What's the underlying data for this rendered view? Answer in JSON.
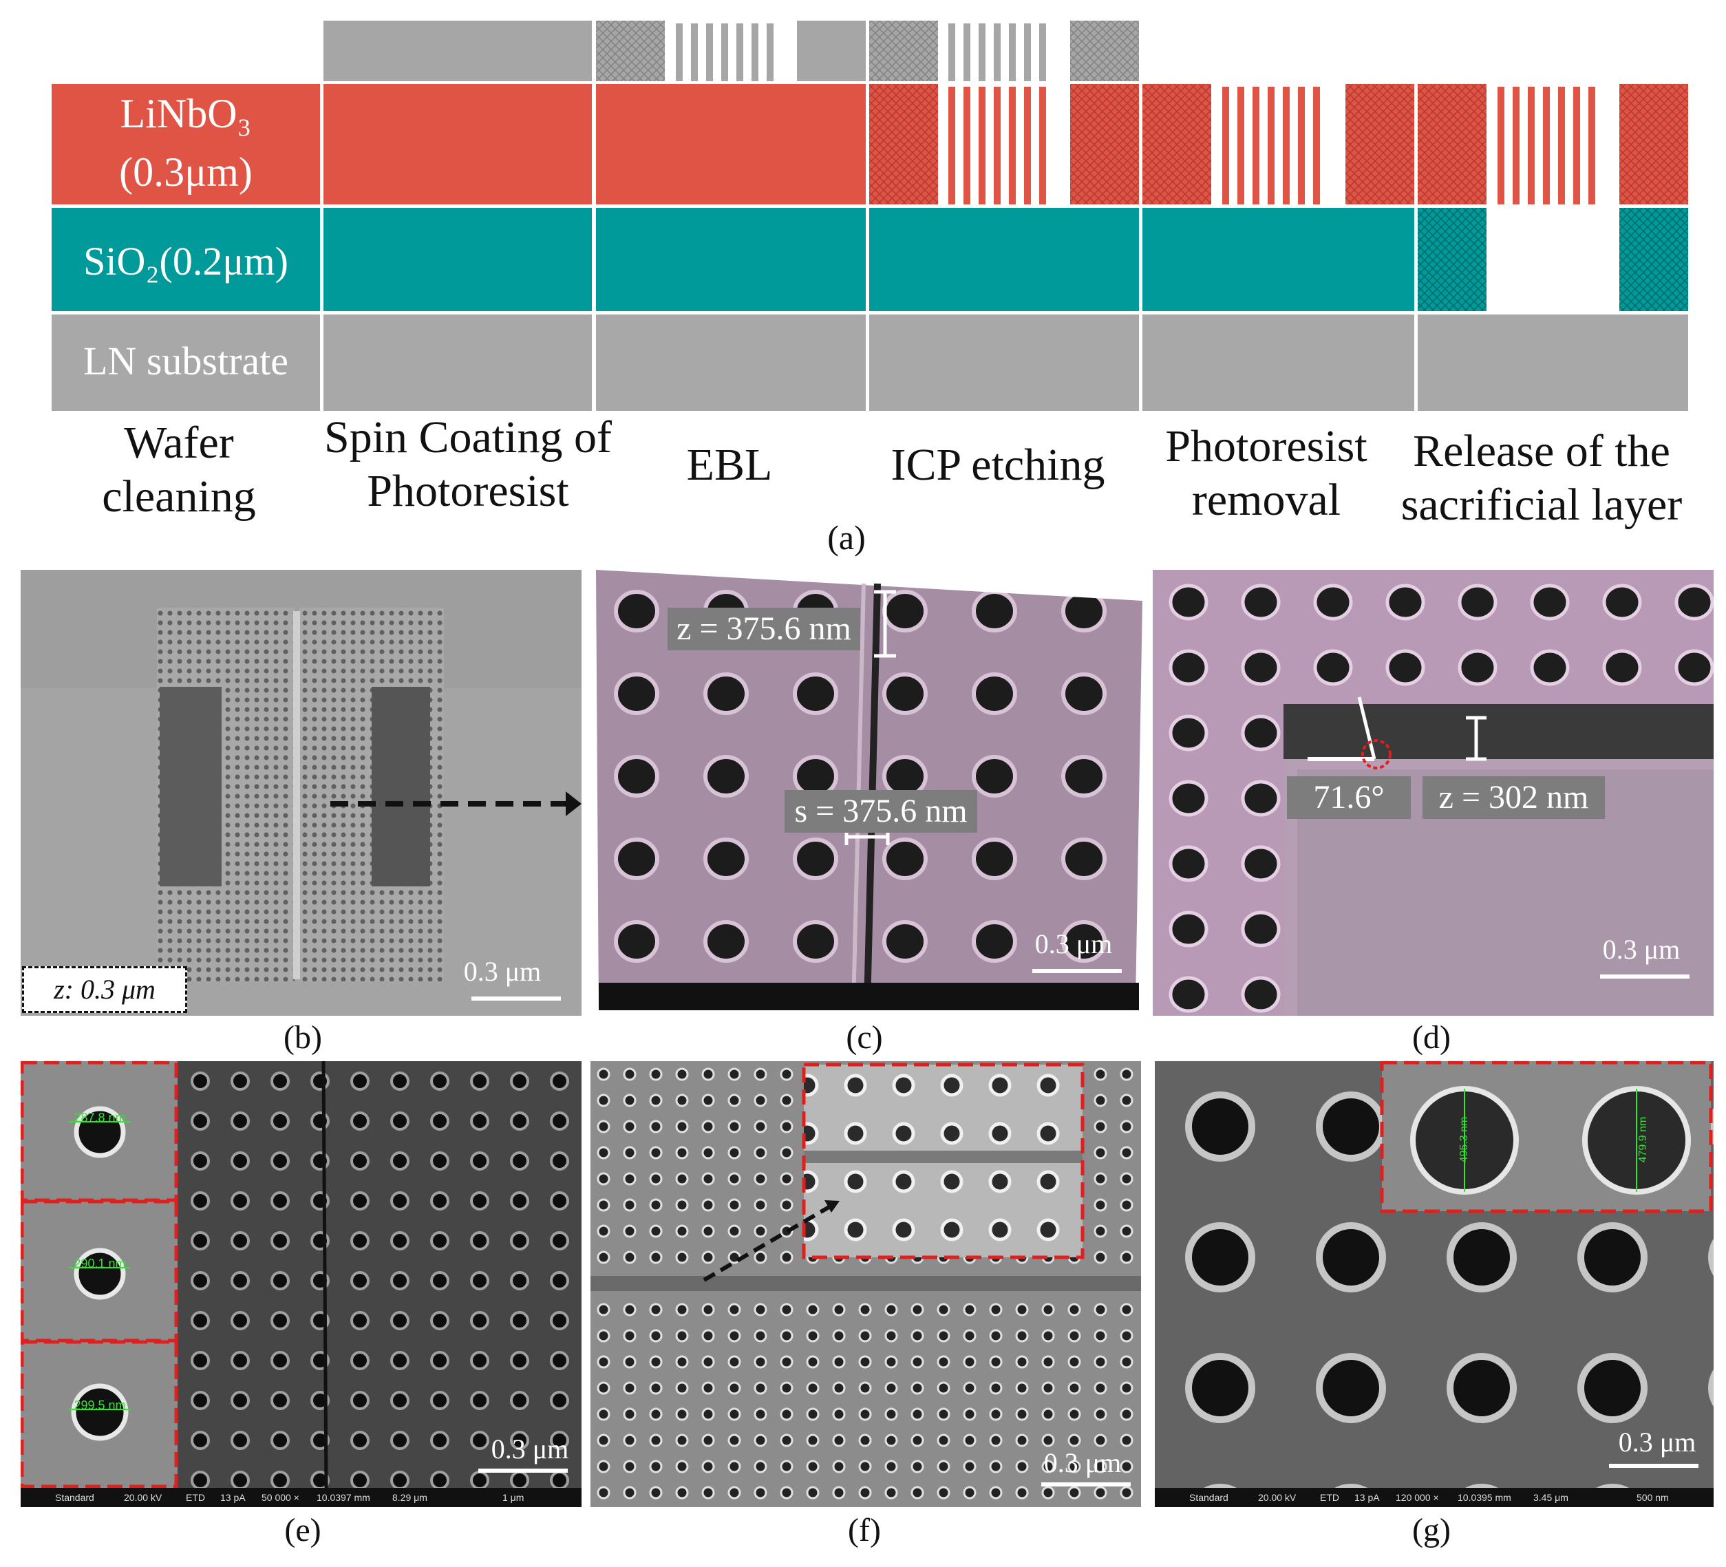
{
  "panel_a": {
    "caption": "(a)",
    "layers": {
      "linbo3_line1": "LiNbO₃",
      "linbo3_line2": "(0.3μm)",
      "sio2": "SiO₂(0.2μm)",
      "substrate": "LN substrate"
    },
    "steps": [
      {
        "line1": "Wafer",
        "line2": "cleaning"
      },
      {
        "line1": "Spin Coating of",
        "line2": "Photoresist"
      },
      {
        "line1": "EBL",
        "line2": ""
      },
      {
        "line1": "ICP etching",
        "line2": ""
      },
      {
        "line1": "Photoresist",
        "line2": "removal"
      },
      {
        "line1": "Release of the",
        "line2": "sacrificial layer"
      }
    ]
  },
  "panel_b": {
    "caption": "(b)",
    "z_label": "z: 0.3 μm",
    "scale": "0.3 μm"
  },
  "panel_c": {
    "caption": "(c)",
    "z_label": "z = 375.6 nm",
    "s_label": "s = 375.6 nm",
    "scale": "0.3 μm"
  },
  "panel_d": {
    "caption": "(d)",
    "angle_label": "71.6°",
    "z_label": "z = 302 nm",
    "scale": "0.3 μm"
  },
  "panel_e": {
    "caption": "(e)",
    "insets": [
      "287.8 nm",
      "290.1 nm",
      "299.5 nm"
    ],
    "scale": "0.3 μm",
    "databar": {
      "usecase": "Standard",
      "hv": "20.00 kV",
      "det": "ETD",
      "curr": "13 pA",
      "mag": "50 000 ×",
      "wd": "10.0397 mm",
      "hfw": "8.29 μm",
      "bar": "1 μm"
    }
  },
  "panel_f": {
    "caption": "(f)",
    "scale": "0.3 μm"
  },
  "panel_g": {
    "caption": "(g)",
    "insets": [
      "495.3 nm",
      "479.9 nm"
    ],
    "scale": "0.3 μm",
    "databar": {
      "usecase": "Standard",
      "hv": "20.00 kV",
      "det": "ETD",
      "curr": "13 pA",
      "mag": "120 000 ×",
      "wd": "10.0395 mm",
      "hfw": "3.45 μm",
      "bar": "500 nm"
    }
  },
  "colors": {
    "linbo3": "#e05446",
    "sio2": "#009a9a",
    "substrate": "#a8a8a8",
    "resist": "#a6a6a6",
    "inset_border": "#e0201e"
  }
}
